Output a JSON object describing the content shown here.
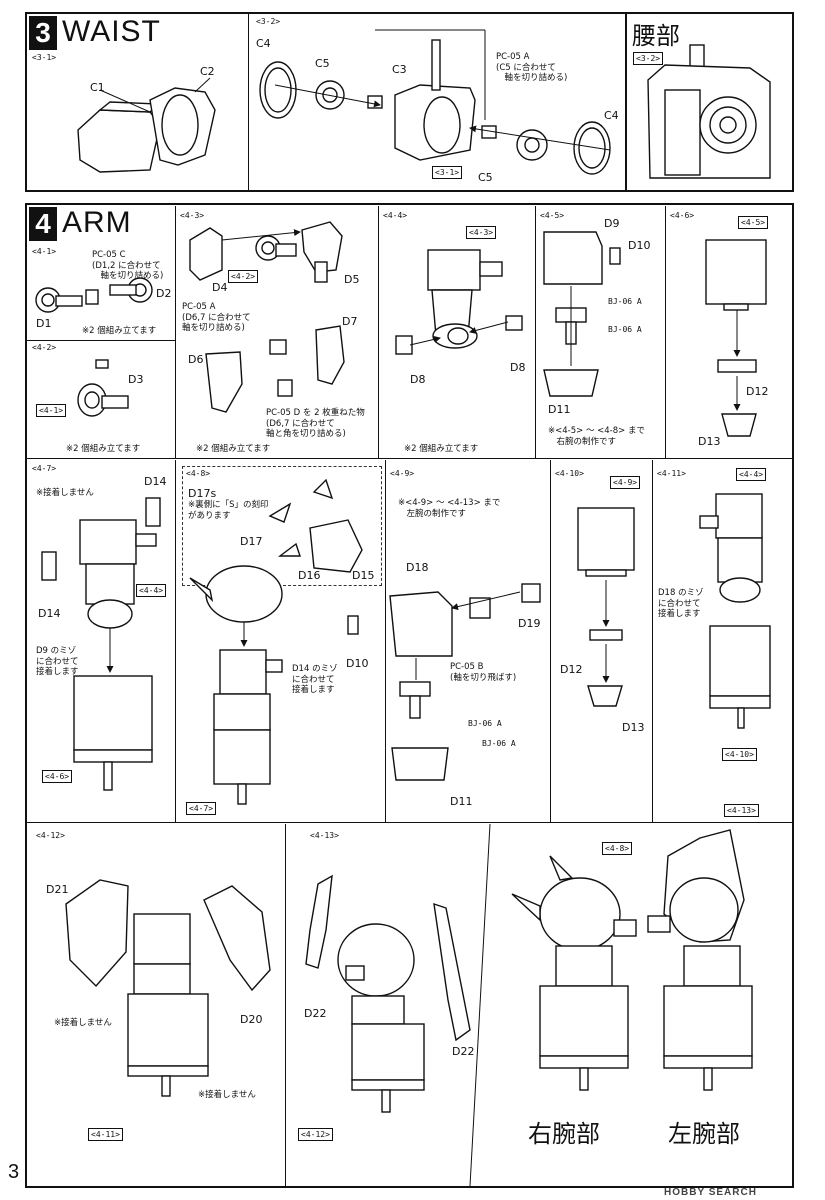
{
  "page_number": "3",
  "watermark": "HOBBY SEARCH",
  "waist": {
    "number": "3",
    "title": "WAIST",
    "jp_title": "腰部",
    "steps": {
      "s31": "<3-1>",
      "s32": "<3-2>"
    },
    "parts": {
      "c1": "C1",
      "c2": "C2",
      "c3": "C3",
      "c4a": "C4",
      "c4b": "C4",
      "c5a": "C5",
      "c5b": "C5"
    },
    "note_pc05a": "PC-05 A\n(C5 に合わせて\n　軸を切り詰める)",
    "tag_31": "<3-1>",
    "tag_32": "<3-2>"
  },
  "arm": {
    "number": "4",
    "title": "ARM",
    "steps": {
      "s41": "<4-1>",
      "s42": "<4-2>",
      "s43": "<4-3>",
      "s44": "<4-4>",
      "s45": "<4-5>",
      "s46": "<4-6>",
      "s47": "<4-7>",
      "s48": "<4-8>",
      "s49": "<4-9>",
      "s410": "<4-10>",
      "s411": "<4-11>",
      "s412": "<4-12>",
      "s413": "<4-13>"
    },
    "notes": {
      "pc05c": "PC-05 C\n(D1,2 に合わせて\n　軸を切り詰める)",
      "x2_41": "※2 個組み立てます",
      "x2_42": "※2 個組み立てます",
      "pc05a": "PC-05 A\n(D6,7 に合わせて\n軸を切り詰める)",
      "pc05d": "PC-05 D を 2 枚重ねた物\n(D6,7 に合わせて\n軸と角を切り詰める)",
      "x2_43": "※2 個組み立てます",
      "x2_44": "※2 個組み立てます",
      "bj06a_1": "BJ-06 A",
      "bj06a_2": "BJ-06 A",
      "right_arm": "※<4-5> ～ <4-8> まで\n　右腕の制作です",
      "no_glue_47": "※接着しません",
      "d9_groove": "D9 のミゾ\nに合わせて\n接着します",
      "d17s": "D17s",
      "s_stamp": "※裏側に「S」の刻印\nがあります",
      "d14_groove": "D14 のミゾ\nに合わせて\n接着します",
      "left_arm": "※<4-9> ～ <4-13> まで\n　左腕の制作です",
      "pc05b": "PC-05 B\n(軸を切り飛ばす)",
      "bj06a_3": "BJ-06 A",
      "bj06a_4": "BJ-06 A",
      "d18_groove": "D18 のミゾ\nに合わせて\n接着します",
      "no_glue_412a": "※接着しません",
      "no_glue_412b": "※接着しません"
    },
    "parts": {
      "d1": "D1",
      "d2": "D2",
      "d3": "D3",
      "d4": "D4",
      "d5": "D5",
      "d6": "D6",
      "d7": "D7",
      "d8a": "D8",
      "d8b": "D8",
      "d9": "D9",
      "d10a": "D10",
      "d10b": "D10",
      "d11a": "D11",
      "d11b": "D11",
      "d12a": "D12",
      "d12b": "D12",
      "d13a": "D13",
      "d13b": "D13",
      "d14a": "D14",
      "d14b": "D14",
      "d15": "D15",
      "d16": "D16",
      "d17": "D17",
      "d18": "D18",
      "d19": "D19",
      "d20": "D20",
      "d21": "D21",
      "d22a": "D22",
      "d22b": "D22"
    },
    "tags": {
      "t42": "<4-2>",
      "t41": "<4-1>",
      "t43": "<4-3>",
      "t45": "<4-5>",
      "t44a": "<4-4>",
      "t46": "<4-6>",
      "t44b": "<4-4>",
      "t47": "<4-7>",
      "t49": "<4-9>",
      "t410": "<4-10>",
      "t411": "<4-11>",
      "t412": "<4-12>",
      "t48": "<4-8>",
      "t413": "<4-13>"
    },
    "right_arm_label": "右腕部",
    "left_arm_label": "左腕部"
  }
}
